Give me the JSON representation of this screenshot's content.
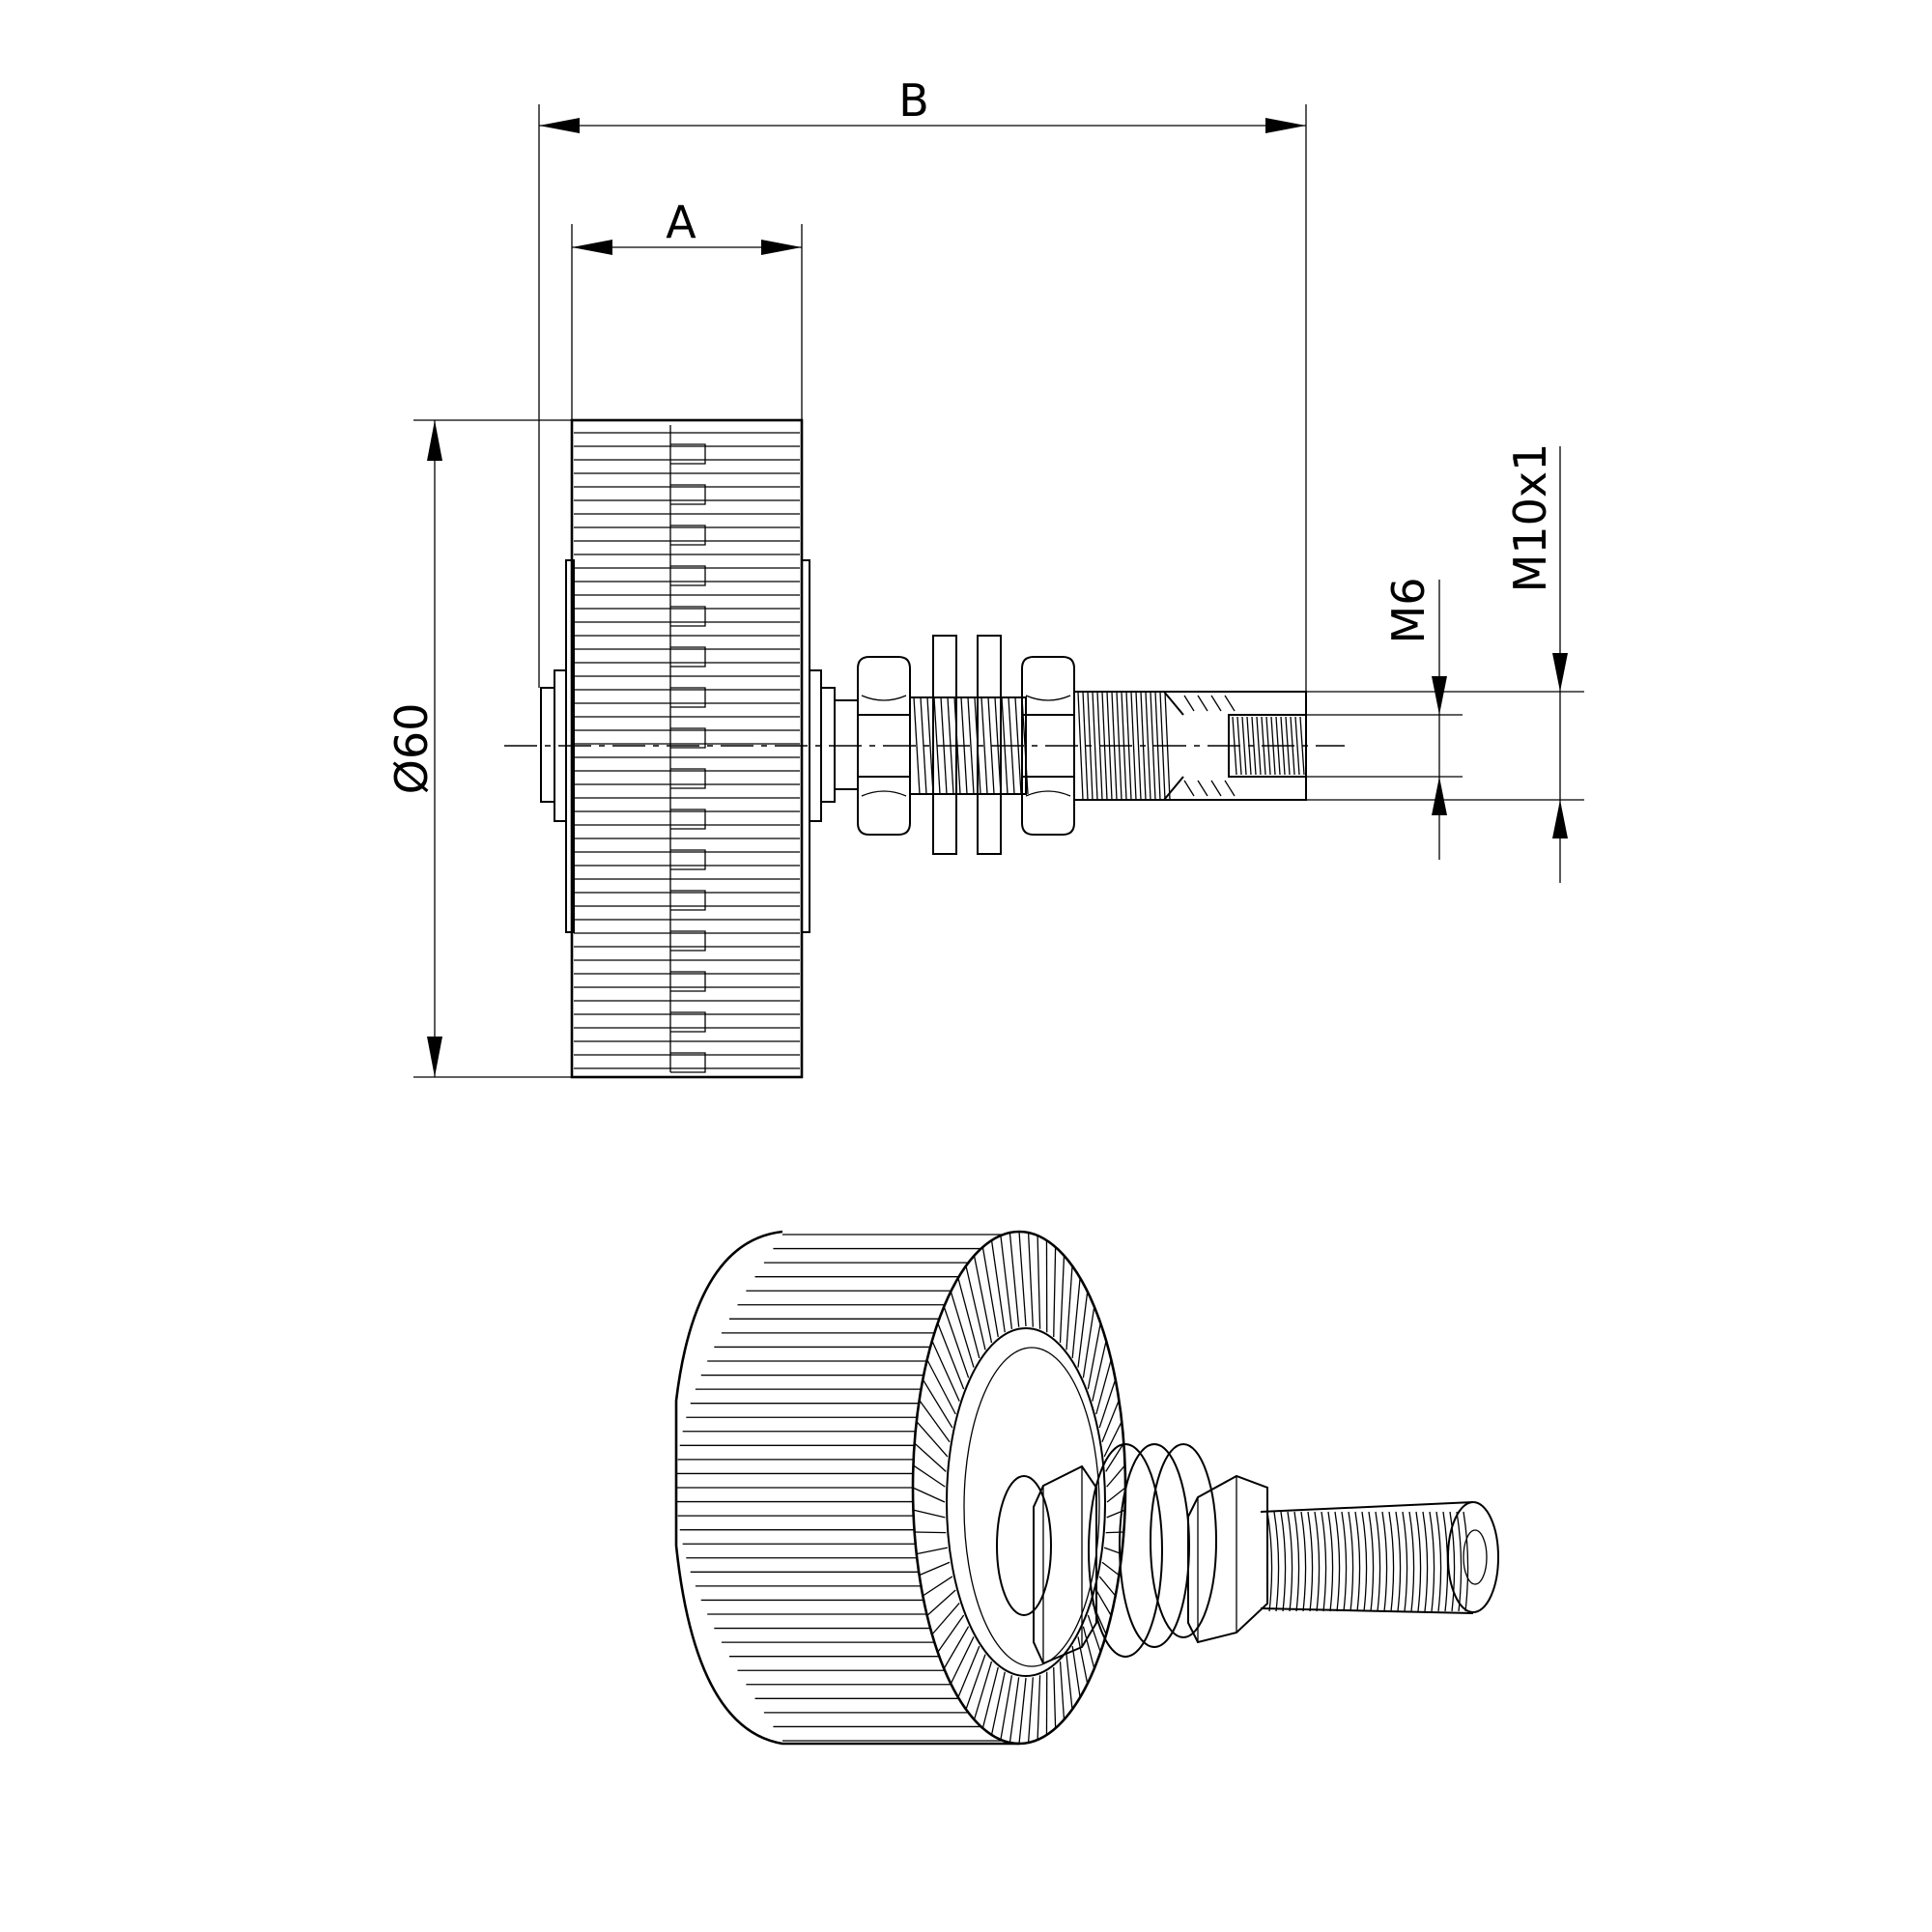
{
  "drawing": {
    "dimensions": {
      "a": "A",
      "b": "B",
      "diameter": "Ø60",
      "thread_small": "M6",
      "thread_large": "M10x1"
    },
    "line_color": "#000000",
    "background_color": "#ffffff"
  }
}
